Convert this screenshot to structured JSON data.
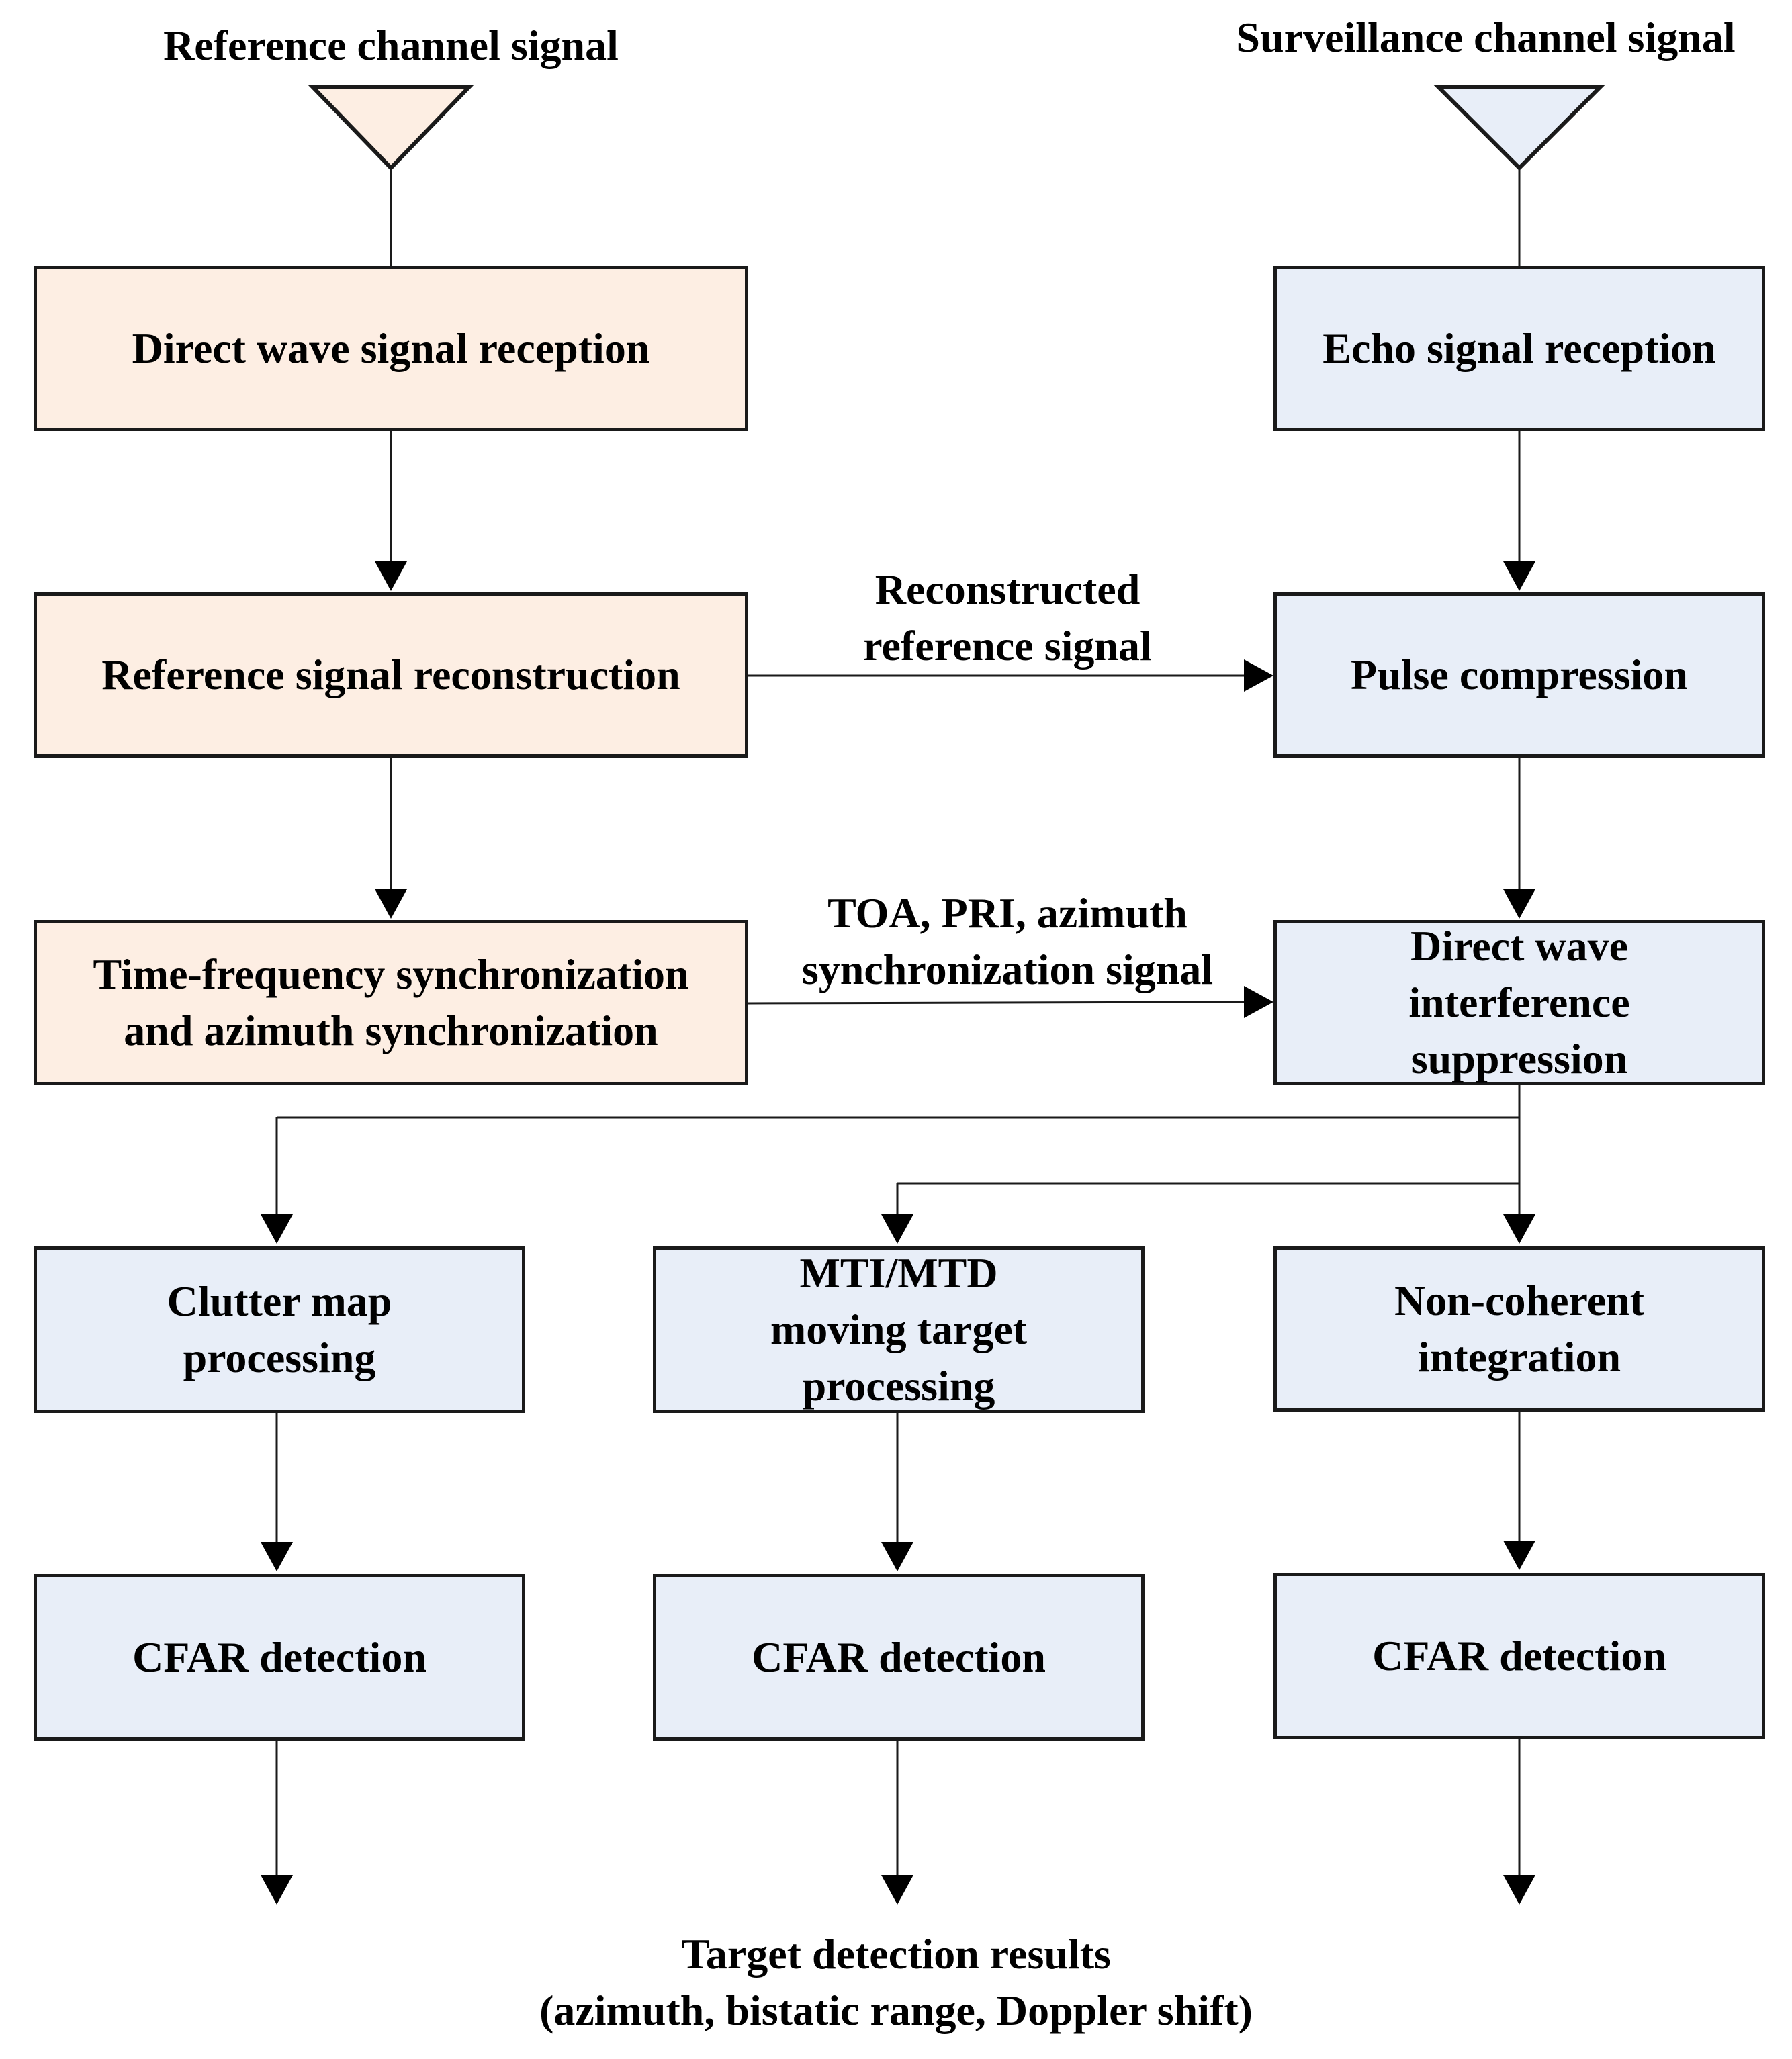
{
  "colors": {
    "reference_fill": "#fdeee3",
    "surveillance_fill": "#e8eef8",
    "stroke": "#1a1a1a"
  },
  "reference_channel": {
    "title": "Reference channel signal",
    "antenna_icon": "antenna-triangle-icon",
    "direct_wave": "Direct wave signal reception",
    "reconstruction": "Reference signal reconstruction",
    "sync_lines": [
      "Time-frequency synchronization",
      "and azimuth synchronization"
    ]
  },
  "surveillance_channel": {
    "title": "Surveillance channel signal",
    "antenna_icon": "antenna-triangle-icon",
    "echo": "Echo signal reception",
    "pulse": "Pulse compression",
    "dwi_lines": [
      "Direct wave",
      "interference",
      "suppression"
    ]
  },
  "edge_labels": {
    "reconstructed": [
      "Reconstructed",
      "reference signal"
    ],
    "toa": [
      "TOA, PRI, azimuth",
      "synchronization signal"
    ]
  },
  "branches": {
    "clutter": [
      "Clutter map",
      "processing"
    ],
    "mti": [
      "MTI/MTD",
      "moving target",
      "processing"
    ],
    "noncoherent": [
      "Non-coherent",
      "integration"
    ],
    "cfar": "CFAR detection"
  },
  "results": [
    "Target detection results",
    "(azimuth, bistatic range, Doppler shift)"
  ]
}
